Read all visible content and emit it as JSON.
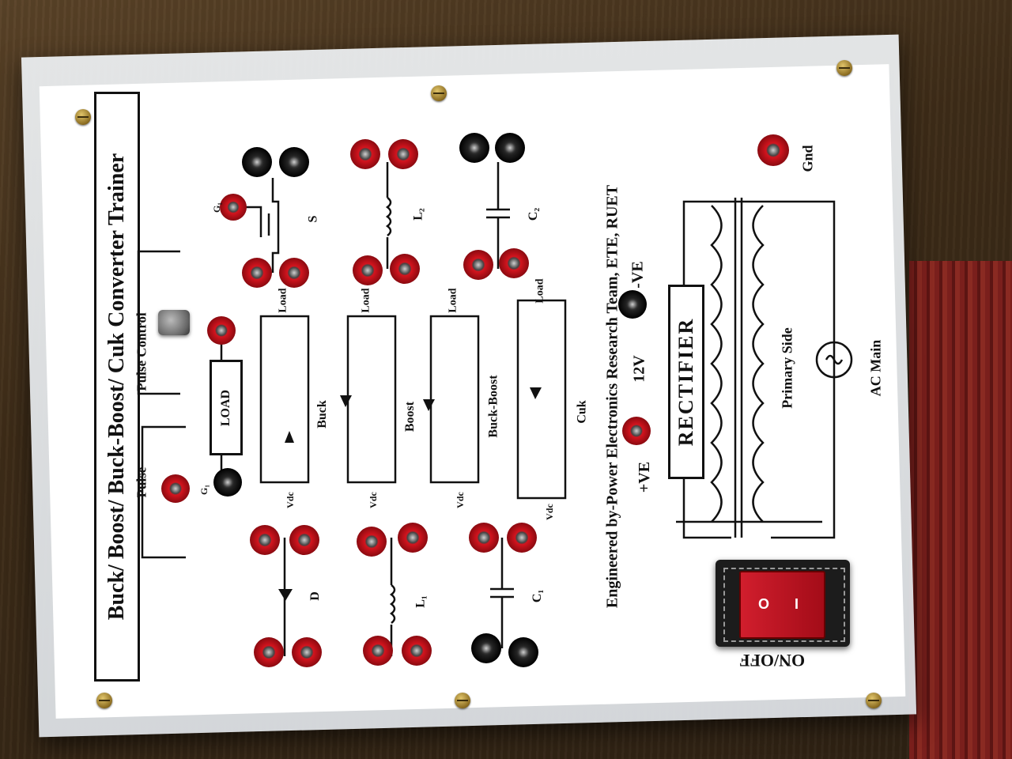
{
  "panel": {
    "title": "Buck/ Boost/ Buck-Boost/ Cuk Converter Trainer",
    "credit": "Engineered by-Power Electronics Research Team, ETE, RUET",
    "pulse_control_label": "Pulse Control",
    "pulse_label": "Pulse",
    "g1_label": "G₁",
    "load_box_label": "LOAD",
    "load_label": "Load",
    "components": {
      "switch_label": "S",
      "l2_label": "L₂",
      "c2_label": "C₂",
      "diode_label": "D",
      "l1_label": "L₁",
      "c1_label": "C₁"
    },
    "circuits": {
      "buck": "Buck",
      "boost": "Boost",
      "buck_boost": "Buck-Boost",
      "cuk": "Cuk",
      "vdc_label": "Vdc"
    },
    "power": {
      "plus_ve": "+VE",
      "minus_ve": "-VE",
      "voltage": "12V",
      "rectifier": "RECTIFIER",
      "primary_side": "Primary Side",
      "ac_main": "AC Main",
      "gnd": "Gnd",
      "on_off": "ON/OFF"
    },
    "switch_marks": {
      "off": "O",
      "on": "I"
    },
    "colors": {
      "socket_red": "#d4141e",
      "socket_black": "#151515",
      "rocker_red": "#d11e2d",
      "panel_white": "#ffffff",
      "ink": "#111111"
    }
  }
}
